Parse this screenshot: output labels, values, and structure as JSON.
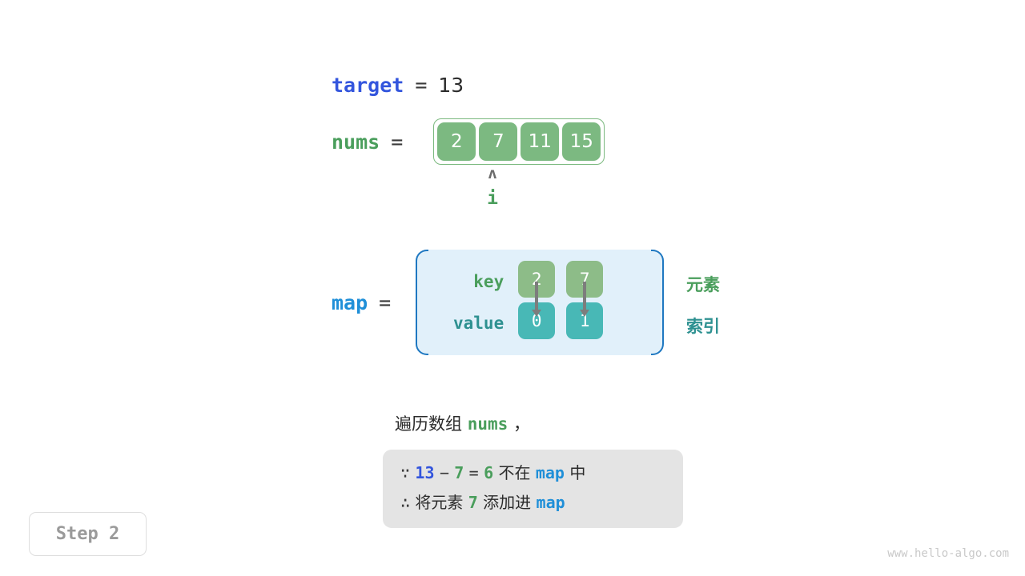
{
  "target": {
    "label": "target",
    "equals": "=",
    "value": "13"
  },
  "nums": {
    "label": "nums",
    "equals": "=",
    "cells": [
      "2",
      "7",
      "11",
      "15"
    ]
  },
  "pointer": {
    "caret": "ʌ",
    "label": "i",
    "index": 1
  },
  "map": {
    "label": "map",
    "equals": "=",
    "row_labels": {
      "key": "key",
      "value": "value"
    },
    "entries": [
      {
        "key": "2",
        "value": "0"
      },
      {
        "key": "7",
        "value": "1"
      }
    ],
    "side_notes": {
      "element": "元素",
      "index": "索引"
    }
  },
  "caption": {
    "prefix": "遍历数组 ",
    "code": "nums",
    "suffix": " ，"
  },
  "info_box": {
    "line1": {
      "because_symbol": "∵",
      "target_value": "13",
      "minus": "−",
      "num_value": "7",
      "equals": "=",
      "diff_value": "6",
      "not_in_text": "不在",
      "map_name": "map",
      "tail_text": "中"
    },
    "line2": {
      "therefore_symbol": "∴",
      "add_text": "将元素",
      "num_value": "7",
      "into_text": "添加进",
      "map_name": "map"
    }
  },
  "step_badge": {
    "label": "Step 2"
  },
  "watermark": {
    "text": "www.hello-algo.com"
  },
  "colors": {
    "array_cell": "#7cb981",
    "map_key_cell": "#8dbc88",
    "map_value_cell": "#48b8b6",
    "map_panel_bg": "#e1f0fa",
    "map_panel_border": "#1f78c1",
    "green_text": "#4a9e5c",
    "teal_text": "#2e9191",
    "blue_text": "#1f8fd8",
    "royal_blue_text": "#3355dd",
    "info_box_bg": "#e4e4e4",
    "arrow": "#7d7d7d"
  }
}
